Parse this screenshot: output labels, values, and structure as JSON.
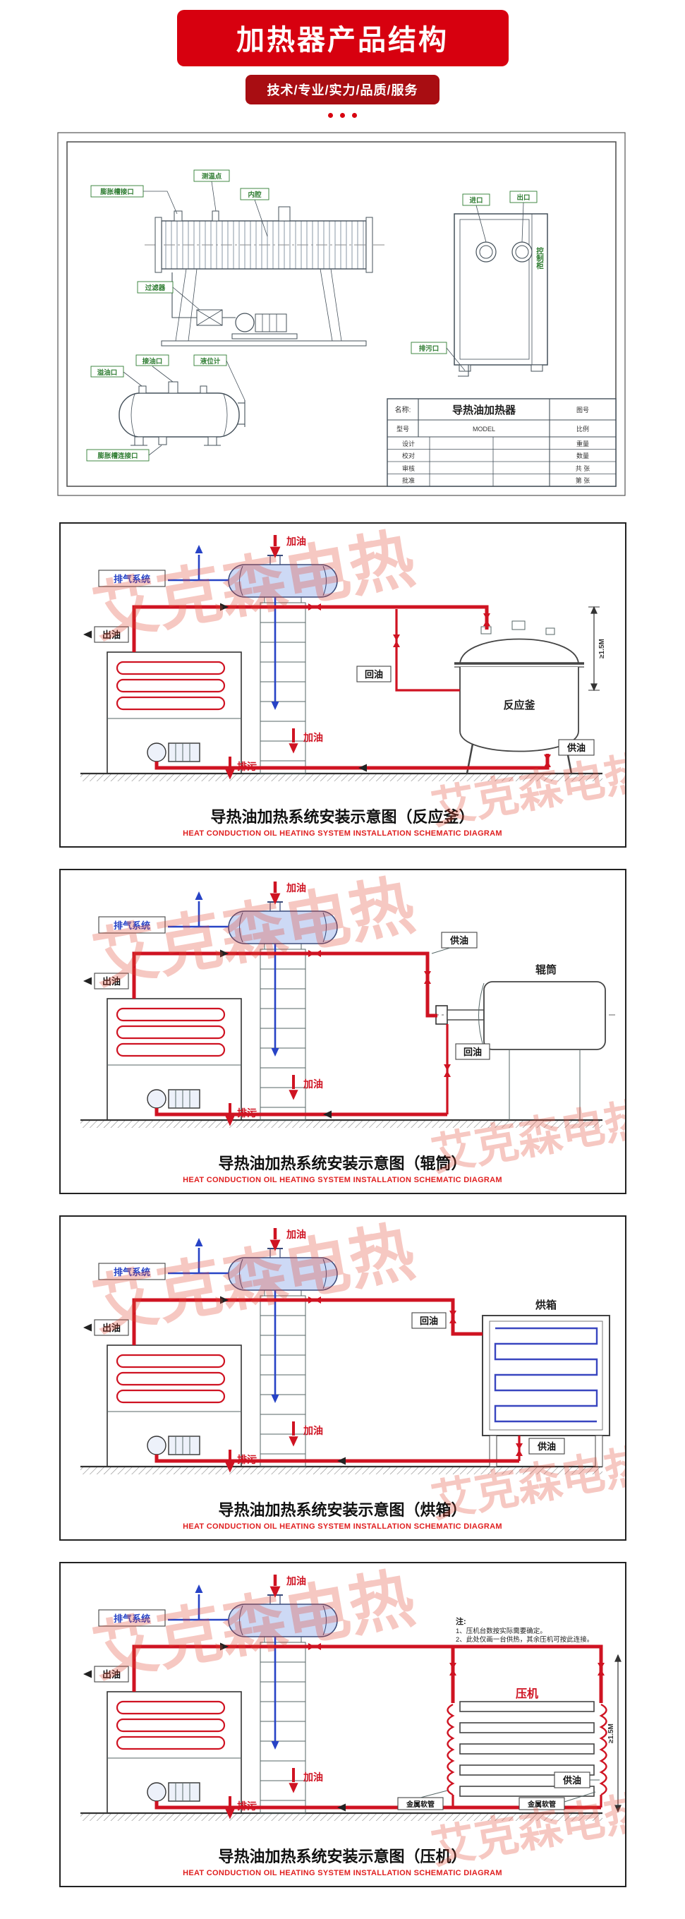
{
  "page": {
    "title": "加热器产品结构",
    "subtitle": "技术/专业/实力/品质/服务",
    "watermark": "艾克森电热",
    "accent_color": "#d7000f"
  },
  "cad": {
    "labels": {
      "expansion_port": "膨胀槽接口",
      "temp_point": "测温点",
      "inner_cavity": "内腔",
      "filter": "过滤器",
      "inlet": "进口",
      "outlet": "出口",
      "drain_port": "排污口",
      "control_cabinet": "控制柜",
      "overflow_port": "溢油口",
      "oil_port": "接油口",
      "level_gauge": "液位计",
      "expansion_connect": "膨胀槽连接口"
    },
    "title_block": {
      "name_label": "名称:",
      "name_value": "导热油加热器",
      "drawing_no": "图号",
      "model_label": "型号",
      "model_en": "MODEL",
      "scale": "比例",
      "designed": "设计",
      "proofread": "校对",
      "audited": "审核",
      "approved": "批准",
      "weight": "重量",
      "quantity": "数量",
      "sheet_total": "共  张",
      "sheet_no": "第  张"
    }
  },
  "schematics": {
    "caption_en": "HEAT CONDUCTION OIL HEATING SYSTEM INSTALLATION SCHEMATIC DIAGRAM",
    "common": {
      "fill_oil": "加油",
      "exhaust": "排气系统",
      "oil_out": "出油",
      "oil_return": "回油",
      "oil_supply": "供油",
      "drain": "排污",
      "dim": "≥1.5M"
    },
    "items": [
      {
        "caption": "导热油加热系统安装示意图（反应釜）",
        "load": "反应釜"
      },
      {
        "caption": "导热油加热系统安装示意图（辊筒）",
        "load": "辊筒"
      },
      {
        "caption": "导热油加热系统安装示意图（烘箱）",
        "load": "烘箱"
      },
      {
        "caption": "导热油加热系统安装示意图（压机）",
        "load": "压机",
        "hose": "金属软管",
        "note_title": "注:",
        "note1": "1、压机台数按实际需要确定。",
        "note2": "2、此处仅画一台供热，其余压机可按此连接。"
      }
    ]
  }
}
